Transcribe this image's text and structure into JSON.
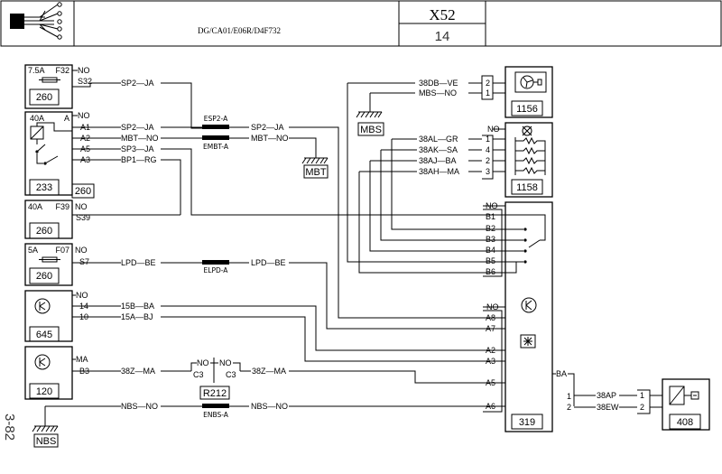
{
  "header": {
    "doc_ref": "DG/CA01/E06R/D4F732",
    "title": "X52",
    "page": "14",
    "side_note": "3-82"
  },
  "components": {
    "c260a": {
      "rating": "7.5A",
      "fuse": "F32",
      "id": "260",
      "pin_no": "NO",
      "pin1": "S32"
    },
    "c233": {
      "rating": "40A",
      "letter": "A",
      "id": "233",
      "id2": "260",
      "pin_no": "NO",
      "pins": [
        "A1",
        "A2",
        "A5",
        "A3"
      ]
    },
    "c260b": {
      "rating": "40A",
      "fuse": "F39",
      "id": "260",
      "pin_no": "NO",
      "pin1": "S39"
    },
    "c260c": {
      "rating": "5A",
      "fuse": "F07",
      "id": "260",
      "pin_no": "NO",
      "pin1": "S7"
    },
    "c645": {
      "id": "645",
      "pin_no": "NO",
      "pins": [
        "14",
        "10"
      ]
    },
    "c120": {
      "id": "120",
      "pin_ma": "MA",
      "pin1": "B3"
    },
    "c1156": {
      "id": "1156",
      "pins": [
        "2",
        "1"
      ]
    },
    "c1158": {
      "id": "1158",
      "pin_no": "NO",
      "pins": [
        "1",
        "4",
        "2",
        "3"
      ]
    },
    "c319": {
      "id": "319",
      "pins_top": [
        "NO",
        "B1",
        "B2",
        "B3",
        "B4",
        "B5",
        "B6"
      ],
      "pins_bot": [
        "NO",
        "A8",
        "A7",
        "A2",
        "A3",
        "A5",
        "A6"
      ],
      "ba": "BA",
      "out_pins": [
        "1",
        "2"
      ]
    },
    "c408": {
      "id": "408",
      "pins": [
        "1",
        "2"
      ]
    },
    "r212": {
      "id": "R212",
      "left": "NO",
      "right": "NO",
      "c_left": "C3",
      "c_right": "C3"
    }
  },
  "grounds": {
    "mbt": "MBT",
    "mbs": "MBS",
    "nbs": "NBS"
  },
  "connectors": {
    "esp2a": "ESP2-A",
    "embta": "EMBT-A",
    "elpda": "ELPD-A",
    "enbsa": "ENBS-A"
  },
  "wires": {
    "sp2ja_1": "SP2—JA",
    "sp2ja_2": "SP2—JA",
    "mbtno_1": "MBT—NO",
    "sp3ja": "SP3—JA",
    "bp1rg": "BP1—RG",
    "sp2ja_3": "SP2—JA",
    "mbtno_2": "MBT—NO",
    "lpdbe_1": "LPD—BE",
    "lpdbe_2": "LPD—BE",
    "w15bba": "15B—BA",
    "w15abj": "15A—BJ",
    "w38zma_1": "38Z—MA",
    "w38zma_2": "38Z—MA",
    "nbsno_1": "NBS—NO",
    "nbsno_2": "NBS—NO",
    "w38dbve": "38DB—VE",
    "mbsno": "MBS—NO",
    "w38algr": "38AL—GR",
    "w38aksa": "38AK—SA",
    "w38ajba": "38AJ—BA",
    "w38ahma": "38AH—MA",
    "w38ap": "38AP",
    "w38ew": "38EW"
  }
}
